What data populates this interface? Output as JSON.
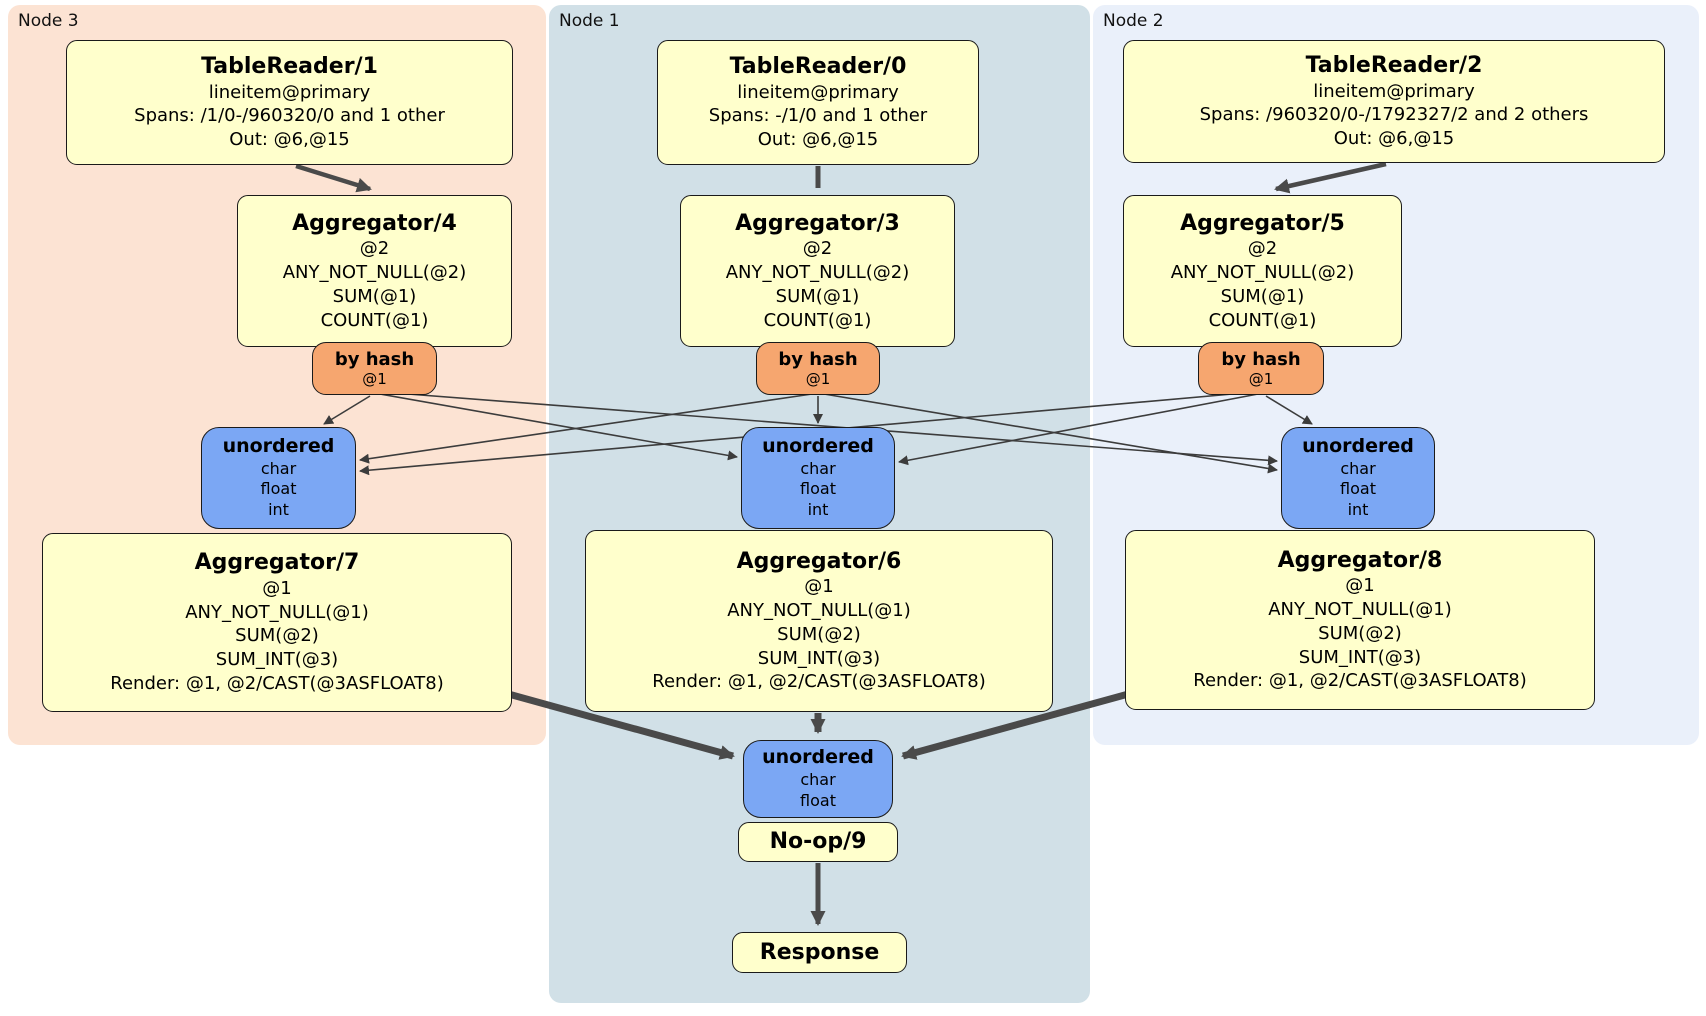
{
  "regions": {
    "node3": {
      "label": "Node 3"
    },
    "node1": {
      "label": "Node 1"
    },
    "node2": {
      "label": "Node 2"
    }
  },
  "nodes": {
    "tablereader1": {
      "title": "TableReader/1",
      "lines": [
        "lineitem@primary",
        "Spans: /1/0-/960320/0 and 1 other",
        "Out: @6,@15"
      ]
    },
    "tablereader0": {
      "title": "TableReader/0",
      "lines": [
        "lineitem@primary",
        "Spans: -/1/0 and 1 other",
        "Out: @6,@15"
      ]
    },
    "tablereader2": {
      "title": "TableReader/2",
      "lines": [
        "lineitem@primary",
        "Spans: /960320/0-/1792327/2 and 2 others",
        "Out: @6,@15"
      ]
    },
    "aggregator4": {
      "title": "Aggregator/4",
      "lines": [
        "@2",
        "ANY_NOT_NULL(@2)",
        "SUM(@1)",
        "COUNT(@1)"
      ]
    },
    "aggregator3": {
      "title": "Aggregator/3",
      "lines": [
        "@2",
        "ANY_NOT_NULL(@2)",
        "SUM(@1)",
        "COUNT(@1)"
      ]
    },
    "aggregator5": {
      "title": "Aggregator/5",
      "lines": [
        "@2",
        "ANY_NOT_NULL(@2)",
        "SUM(@1)",
        "COUNT(@1)"
      ]
    },
    "router3": {
      "title": "by hash",
      "lines": [
        "@1"
      ]
    },
    "router1": {
      "title": "by hash",
      "lines": [
        "@1"
      ]
    },
    "router2": {
      "title": "by hash",
      "lines": [
        "@1"
      ]
    },
    "sync3": {
      "title": "unordered",
      "lines": [
        "char",
        "float",
        "int"
      ]
    },
    "sync1": {
      "title": "unordered",
      "lines": [
        "char",
        "float",
        "int"
      ]
    },
    "sync2": {
      "title": "unordered",
      "lines": [
        "char",
        "float",
        "int"
      ]
    },
    "aggregator7": {
      "title": "Aggregator/7",
      "lines": [
        "@1",
        "ANY_NOT_NULL(@1)",
        "SUM(@2)",
        "SUM_INT(@3)",
        "Render: @1, @2/CAST(@3ASFLOAT8)"
      ]
    },
    "aggregator6": {
      "title": "Aggregator/6",
      "lines": [
        "@1",
        "ANY_NOT_NULL(@1)",
        "SUM(@2)",
        "SUM_INT(@3)",
        "Render: @1, @2/CAST(@3ASFLOAT8)"
      ]
    },
    "aggregator8": {
      "title": "Aggregator/8",
      "lines": [
        "@1",
        "ANY_NOT_NULL(@1)",
        "SUM(@2)",
        "SUM_INT(@3)",
        "Render: @1, @2/CAST(@3ASFLOAT8)"
      ]
    },
    "syncfinal": {
      "title": "unordered",
      "lines": [
        "char",
        "float"
      ]
    },
    "noop9": {
      "title": "No-op/9"
    },
    "response": {
      "title": "Response"
    }
  },
  "edges": [
    "tablereader1->aggregator4",
    "tablereader0->aggregator3",
    "tablereader2->aggregator5",
    "aggregator4->router3",
    "aggregator3->router1",
    "aggregator5->router2",
    "router3->sync3",
    "router3->sync1",
    "router3->sync2",
    "router1->sync3",
    "router1->sync1",
    "router1->sync2",
    "router2->sync3",
    "router2->sync1",
    "router2->sync2",
    "sync3->aggregator7",
    "sync1->aggregator6",
    "sync2->aggregator8",
    "aggregator7->syncfinal",
    "aggregator6->syncfinal",
    "aggregator8->syncfinal",
    "syncfinal->noop9",
    "noop9->response"
  ],
  "colors": {
    "node3_bg": "#fce3d3",
    "node1_bg": "#d1e0e7",
    "node2_bg": "#eaf0fa",
    "processor_bg": "#ffffcc",
    "router_bg": "#f6a66f",
    "sync_bg": "#7ba7f4",
    "edge": "#444444"
  }
}
